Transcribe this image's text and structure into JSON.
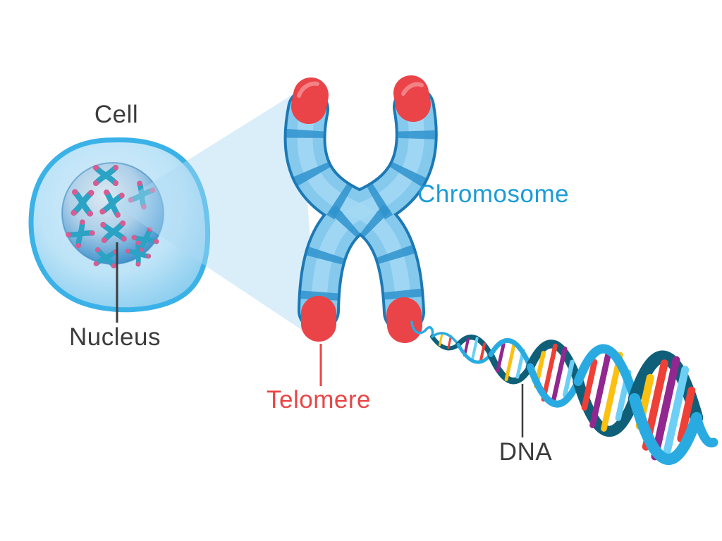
{
  "figure": {
    "type": "biology-diagram",
    "labels": {
      "cell": "Cell",
      "nucleus": "Nucleus",
      "chromosome": "Chromosome",
      "telomere": "Telomere",
      "dna": "DNA"
    },
    "colors": {
      "label_dark": "#3c3c3c",
      "label_blue": "#1b9cd6",
      "label_red": "#ea4646",
      "cell_rim": "#3ab2e8",
      "cell_fill": "#bfe4f7",
      "nucleus_edge": "#2e7fbc",
      "mini_chromosome": "#2aa3c4",
      "mini_tip_pink": "#d95b92",
      "chromosome_outline": "#1c79b5",
      "chromosome_body": "#85c9ed",
      "chromosome_band": "#2f93cc",
      "telomere_cap": "#ea4348",
      "beam_blue": "#aed9f3",
      "backbone_light": "#29abe2",
      "backbone_dark": "#0f5f79",
      "rung_yellow": "#fcc010",
      "rung_red": "#ee4036",
      "rung_purple": "#92278f",
      "rung_sky": "#6dcff6"
    }
  }
}
